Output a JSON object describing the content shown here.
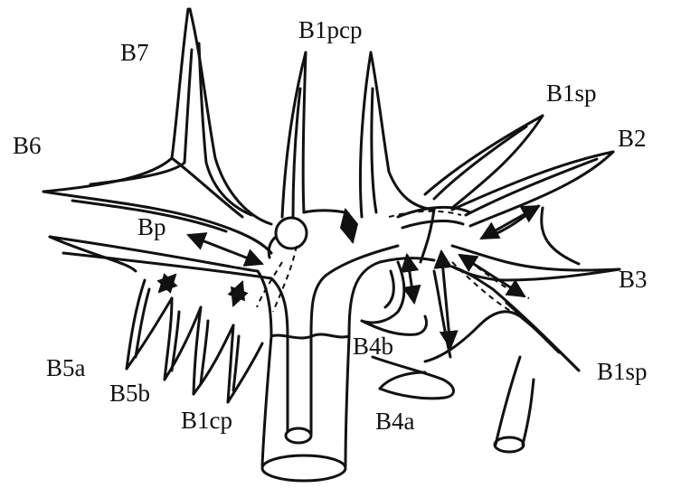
{
  "diagram": {
    "labels": {
      "b7": "B7",
      "b1pcp": "B1pcp",
      "b1sp_top": "B1sp",
      "b6": "B6",
      "b2": "B2",
      "bp": "Bp",
      "b3": "B3",
      "b4b": "B4b",
      "b5a": "B5a",
      "b5b": "B5b",
      "b1sp_bottom": "B1sp",
      "b1cp": "B1cp",
      "b4a": "B4a"
    },
    "colors": {
      "stroke": "#111111",
      "background": "#ffffff"
    }
  }
}
